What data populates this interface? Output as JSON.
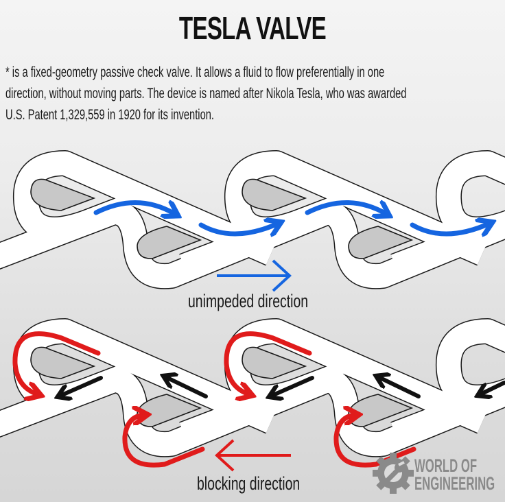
{
  "header": {
    "title": "TESLA VALVE",
    "description_lines": [
      "* is a fixed-geometry passive check valve. It allows a fluid to flow preferentially in one",
      "direction, without moving parts. The device is named after Nikola Tesla, who was awarded",
      "U.S. Patent 1,329,559 in 1920 for its invention."
    ]
  },
  "diagrams": {
    "unimpeded": {
      "label": "unimpeded direction",
      "arrow_direction": "right",
      "arrow_color": "#1565e0"
    },
    "blocking": {
      "label": "blocking direction",
      "arrow_direction": "left",
      "arrow_color": "#e01b1b",
      "backflow_arrow_color": "#111111"
    }
  },
  "colors": {
    "channel_fill": "#ffffff",
    "channel_outline": "#1a1a1a",
    "island_fill": "#c8c8c8",
    "flow_blue": "#1565e0",
    "flow_red": "#e01b1b",
    "logo_gray": "#8a8a8a"
  },
  "logo": {
    "icon": "gear-wrench-icon",
    "line1": "WORLD OF",
    "line2": "ENGINEERING"
  }
}
